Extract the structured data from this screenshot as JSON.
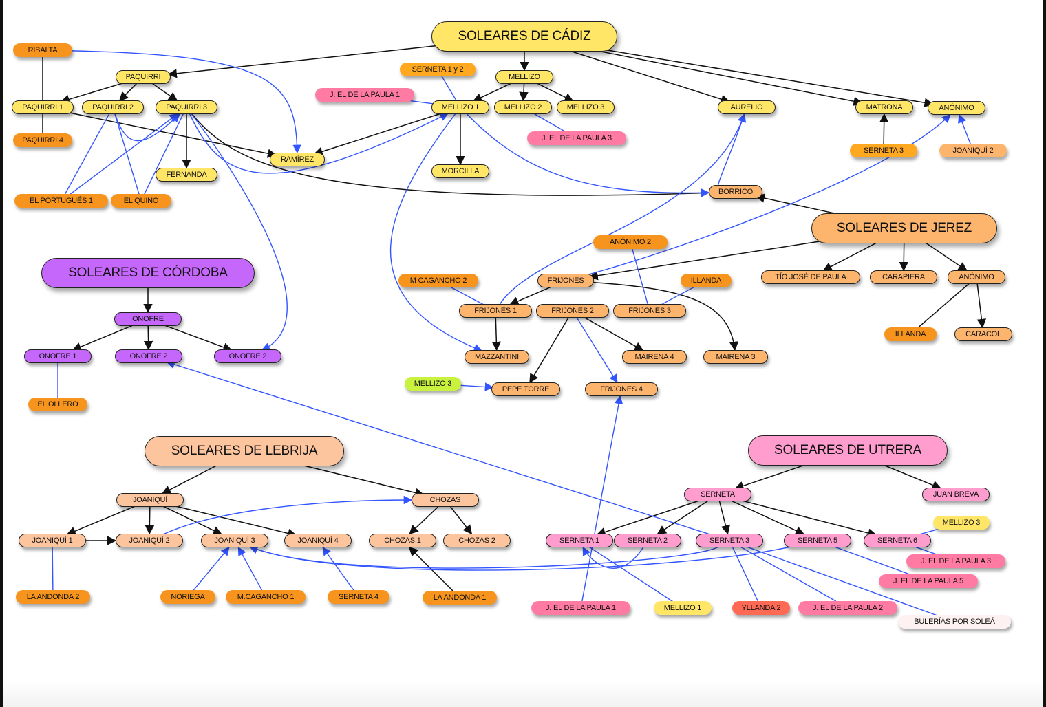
{
  "title": "Soleares family tree",
  "colors": {
    "yellow": "#FFE666",
    "orange_dark": "#F7941D",
    "orange_light": "#FDB46C",
    "peach": "#FDC59E",
    "pink": "#FF9ECE",
    "hot_pink": "#FF7BA4",
    "purple": "#C467FA",
    "lime": "#C9F23E",
    "red": "#FF6A55",
    "pale": "#FDF1F1",
    "orange_mid": "#FFA820",
    "edge_black": "#111111",
    "edge_blue": "#3355FF"
  },
  "nodes": [
    {
      "id": "cadiz",
      "label": "SOLEARES DE CÁDIZ",
      "color": "yellow",
      "big": true
    },
    {
      "id": "ribalta",
      "label": "RIBALTA",
      "color": "orange_dark"
    },
    {
      "id": "paquirri",
      "label": "PAQUIRRI",
      "color": "yellow"
    },
    {
      "id": "paquirri1",
      "label": "PAQUIRRI 1",
      "color": "yellow"
    },
    {
      "id": "paquirri2",
      "label": "PAQUIRRI 2",
      "color": "yellow"
    },
    {
      "id": "paquirri3",
      "label": "PAQUIRRI 3",
      "color": "yellow"
    },
    {
      "id": "paquirri4",
      "label": "PAQUIRRI 4",
      "color": "orange_dark"
    },
    {
      "id": "ramirez",
      "label": "RAMÍREZ",
      "color": "yellow"
    },
    {
      "id": "fernanda",
      "label": "FERNANDA",
      "color": "yellow"
    },
    {
      "id": "portugues1",
      "label": "EL PORTUGUÉS 1",
      "color": "orange_dark"
    },
    {
      "id": "quino",
      "label": "EL QUINO",
      "color": "orange_dark"
    },
    {
      "id": "serneta12",
      "label": "SERNETA 1 y 2",
      "color": "orange_mid"
    },
    {
      "id": "jpaula1a",
      "label": "J. EL DE LA PAULA 1",
      "color": "hot_pink"
    },
    {
      "id": "mellizo",
      "label": "MELLIZO",
      "color": "yellow"
    },
    {
      "id": "mellizo1",
      "label": "MELLIZO 1",
      "color": "yellow"
    },
    {
      "id": "mellizo2",
      "label": "MELLIZO 2",
      "color": "yellow"
    },
    {
      "id": "mellizo3",
      "label": "MELLIZO 3",
      "color": "yellow"
    },
    {
      "id": "jpaula3a",
      "label": "J. EL DE LA PAULA 3",
      "color": "hot_pink"
    },
    {
      "id": "morcilla",
      "label": "MORCILLA",
      "color": "yellow"
    },
    {
      "id": "aurelio",
      "label": "AURELIO",
      "color": "yellow"
    },
    {
      "id": "matrona",
      "label": "MATRONA",
      "color": "yellow"
    },
    {
      "id": "anonimo",
      "label": "ANÓNIMO",
      "color": "yellow"
    },
    {
      "id": "serneta3a",
      "label": "SERNETA 3",
      "color": "orange_mid"
    },
    {
      "id": "joaniqui2a",
      "label": "JOANIQUÍ 2",
      "color": "orange_light_nb"
    },
    {
      "id": "borrico",
      "label": "BORRICO",
      "color": "orange_light"
    },
    {
      "id": "jerez",
      "label": "SOLEARES DE JEREZ",
      "color": "orange_light",
      "big": true
    },
    {
      "id": "tiojose",
      "label": "TÍO JOSÉ DE PAULA",
      "color": "orange_light"
    },
    {
      "id": "carapiera",
      "label": "CARAPIERA",
      "color": "orange_light"
    },
    {
      "id": "anonimoj",
      "label": "ANÓNIMO",
      "color": "orange_light"
    },
    {
      "id": "illandaj",
      "label": "ILLANDA",
      "color": "orange_dark"
    },
    {
      "id": "caracol",
      "label": "CARACOL",
      "color": "orange_light"
    },
    {
      "id": "anonimo2",
      "label": "ANÓNIMO 2",
      "color": "orange_dark"
    },
    {
      "id": "mcagancho2",
      "label": "M CAGANCHO 2",
      "color": "orange_dark"
    },
    {
      "id": "frijones",
      "label": "FRIJONES",
      "color": "orange_light"
    },
    {
      "id": "illanda",
      "label": "ILLANDA",
      "color": "orange_dark"
    },
    {
      "id": "frijones1",
      "label": "FRIJONES 1",
      "color": "orange_light"
    },
    {
      "id": "frijones2",
      "label": "FRIJONES 2",
      "color": "orange_light"
    },
    {
      "id": "frijones3",
      "label": "FRIJONES 3",
      "color": "orange_light"
    },
    {
      "id": "mazzantini",
      "label": "MAZZANTINI",
      "color": "orange_light"
    },
    {
      "id": "mairena4",
      "label": "MAIRENA 4",
      "color": "orange_light"
    },
    {
      "id": "mairena3",
      "label": "MAIRENA 3",
      "color": "orange_light"
    },
    {
      "id": "mellizo3g",
      "label": "MELLIZO 3",
      "color": "lime"
    },
    {
      "id": "pepetorre",
      "label": "PEPE TORRE",
      "color": "orange_light"
    },
    {
      "id": "frijones4",
      "label": "FRIJONES 4",
      "color": "orange_light"
    },
    {
      "id": "cordoba",
      "label": "SOLEARES DE CÓRDOBA",
      "color": "purple",
      "big": true
    },
    {
      "id": "onofre",
      "label": "ONOFRE",
      "color": "purple"
    },
    {
      "id": "onofre1",
      "label": "ONOFRE 1",
      "color": "purple"
    },
    {
      "id": "onofre2a",
      "label": "ONOFRE 2",
      "color": "purple"
    },
    {
      "id": "onofre2b",
      "label": "ONOFRE 2",
      "color": "purple"
    },
    {
      "id": "ollero",
      "label": "EL OLLERO",
      "color": "orange_dark"
    },
    {
      "id": "lebrija",
      "label": "SOLEARES DE LEBRIJA",
      "color": "peach",
      "big": true
    },
    {
      "id": "joaniqui",
      "label": "JOANIQUÍ",
      "color": "peach"
    },
    {
      "id": "joaniqui1",
      "label": "JOANIQUÍ 1",
      "color": "peach"
    },
    {
      "id": "joaniqui2",
      "label": "JOANIQUÍ 2",
      "color": "peach"
    },
    {
      "id": "joaniqui3",
      "label": "JOANIQUÍ 3",
      "color": "peach"
    },
    {
      "id": "joaniqui4",
      "label": "JOANIQUÍ 4",
      "color": "peach"
    },
    {
      "id": "chozas",
      "label": "CHOZAS",
      "color": "peach"
    },
    {
      "id": "chozas1",
      "label": "CHOZAS 1",
      "color": "peach"
    },
    {
      "id": "chozas2",
      "label": "CHOZAS 2",
      "color": "peach"
    },
    {
      "id": "andonda2",
      "label": "LA ANDONDA 2",
      "color": "orange_dark"
    },
    {
      "id": "noriega",
      "label": "NORIEGA",
      "color": "orange_dark"
    },
    {
      "id": "mcagancho1",
      "label": "M.CAGANCHO 1",
      "color": "orange_dark"
    },
    {
      "id": "serneta4",
      "label": "SERNETA 4",
      "color": "orange_dark"
    },
    {
      "id": "andonda1",
      "label": "LA ANDONDA 1",
      "color": "orange_dark"
    },
    {
      "id": "utrera",
      "label": "SOLEARES DE UTRERA",
      "color": "pink",
      "big": true
    },
    {
      "id": "serneta",
      "label": "SERNETA",
      "color": "pink"
    },
    {
      "id": "juanbreva",
      "label": "JUAN BREVA",
      "color": "pink"
    },
    {
      "id": "serneta1",
      "label": "SERNETA 1",
      "color": "pink"
    },
    {
      "id": "serneta2",
      "label": "SERNETA  2",
      "color": "pink"
    },
    {
      "id": "serneta3",
      "label": "SERNETA 3",
      "color": "pink"
    },
    {
      "id": "serneta5",
      "label": "SERNETA 5",
      "color": "pink"
    },
    {
      "id": "serneta6",
      "label": "SERNETA 6",
      "color": "pink"
    },
    {
      "id": "mellizo3y",
      "label": "MELLIZO 3",
      "color": "yellow_nb"
    },
    {
      "id": "jpaula3b",
      "label": "J. EL DE LA PAULA 3",
      "color": "hot_pink"
    },
    {
      "id": "jpaula5",
      "label": "J. EL DE LA PAULA 5",
      "color": "hot_pink"
    },
    {
      "id": "jpaula1b",
      "label": "J. EL DE LA PAULA 1",
      "color": "hot_pink"
    },
    {
      "id": "mellizo1y",
      "label": "MELLIZO 1",
      "color": "yellow_nb"
    },
    {
      "id": "yllanda2",
      "label": "YLLANDA 2",
      "color": "red"
    },
    {
      "id": "jpaula2",
      "label": "J. EL DE LA PAULA 2",
      "color": "hot_pink"
    },
    {
      "id": "bulerias",
      "label": "BULERÍAS POR SOLEÁ",
      "color": "pale"
    }
  ],
  "edges": [
    {
      "from": "cadiz",
      "to": "paquirri",
      "type": "black",
      "arrow": true
    },
    {
      "from": "cadiz",
      "to": "mellizo",
      "type": "black",
      "arrow": true
    },
    {
      "from": "cadiz",
      "to": "aurelio",
      "type": "black",
      "arrow": true
    },
    {
      "from": "cadiz",
      "to": "matrona",
      "type": "black",
      "arrow": true
    },
    {
      "from": "cadiz",
      "to": "anonimo",
      "type": "black",
      "arrow": true
    },
    {
      "from": "paquirri",
      "to": "paquirri1",
      "type": "black",
      "arrow": true
    },
    {
      "from": "paquirri",
      "to": "paquirri2",
      "type": "black",
      "arrow": true
    },
    {
      "from": "paquirri",
      "to": "paquirri3",
      "type": "black",
      "arrow": true
    },
    {
      "from": "ribalta",
      "to": "paquirri1",
      "type": "black",
      "arrow": false
    },
    {
      "from": "paquirri1",
      "to": "paquirri4",
      "type": "black",
      "arrow": false
    },
    {
      "from": "paquirri1",
      "to": "ramirez",
      "type": "black",
      "arrow": true
    },
    {
      "from": "paquirri3",
      "to": "fernanda",
      "type": "black",
      "arrow": true
    },
    {
      "from": "paquirri3",
      "to": "borrico",
      "type": "black",
      "arrow": false
    },
    {
      "from": "mellizo1",
      "to": "ramirez",
      "type": "black",
      "arrow": true
    },
    {
      "from": "mellizo",
      "to": "mellizo1",
      "type": "black",
      "arrow": true
    },
    {
      "from": "mellizo",
      "to": "mellizo2",
      "type": "black",
      "arrow": true
    },
    {
      "from": "mellizo",
      "to": "mellizo3",
      "type": "black",
      "arrow": true
    },
    {
      "from": "mellizo1",
      "to": "morcilla",
      "type": "black",
      "arrow": true
    },
    {
      "from": "serneta3a",
      "to": "matrona",
      "type": "black",
      "arrow": true
    },
    {
      "from": "jerez",
      "to": "borrico",
      "type": "black",
      "arrow": true
    },
    {
      "from": "jerez",
      "to": "frijones",
      "type": "black",
      "arrow": true
    },
    {
      "from": "jerez",
      "to": "tiojose",
      "type": "black",
      "arrow": true
    },
    {
      "from": "jerez",
      "to": "carapiera",
      "type": "black",
      "arrow": true
    },
    {
      "from": "jerez",
      "to": "anonimoj",
      "type": "black",
      "arrow": true
    },
    {
      "from": "anonimoj",
      "to": "illandaj",
      "type": "black",
      "arrow": false
    },
    {
      "from": "anonimoj",
      "to": "caracol",
      "type": "black",
      "arrow": true
    },
    {
      "from": "frijones",
      "to": "frijones1",
      "type": "black",
      "arrow": true
    },
    {
      "from": "frijones",
      "to": "mairena3",
      "type": "black",
      "arrow": true
    },
    {
      "from": "frijones1",
      "to": "mazzantini",
      "type": "black",
      "arrow": true
    },
    {
      "from": "frijones2",
      "to": "pepetorre",
      "type": "black",
      "arrow": true
    },
    {
      "from": "frijones2",
      "to": "mairena4",
      "type": "black",
      "arrow": true
    },
    {
      "from": "cordoba",
      "to": "onofre",
      "type": "black",
      "arrow": true
    },
    {
      "from": "onofre",
      "to": "onofre1",
      "type": "black",
      "arrow": true
    },
    {
      "from": "onofre",
      "to": "onofre2a",
      "type": "black",
      "arrow": true
    },
    {
      "from": "onofre",
      "to": "onofre2b",
      "type": "black",
      "arrow": true
    },
    {
      "from": "lebrija",
      "to": "joaniqui",
      "type": "black",
      "arrow": true
    },
    {
      "from": "lebrija",
      "to": "chozas",
      "type": "black",
      "arrow": true
    },
    {
      "from": "joaniqui",
      "to": "joaniqui1",
      "type": "black",
      "arrow": true
    },
    {
      "from": "joaniqui",
      "to": "joaniqui2",
      "type": "black",
      "arrow": true
    },
    {
      "from": "joaniqui",
      "to": "joaniqui3",
      "type": "black",
      "arrow": true
    },
    {
      "from": "joaniqui",
      "to": "joaniqui4",
      "type": "black",
      "arrow": true
    },
    {
      "from": "joaniqui1",
      "to": "joaniqui2",
      "type": "black",
      "arrow": true
    },
    {
      "from": "chozas",
      "to": "chozas1",
      "type": "black",
      "arrow": true
    },
    {
      "from": "chozas",
      "to": "chozas2",
      "type": "black",
      "arrow": true
    },
    {
      "from": "andonda1",
      "to": "chozas1",
      "type": "black",
      "arrow": true
    },
    {
      "from": "utrera",
      "to": "serneta",
      "type": "black",
      "arrow": true
    },
    {
      "from": "utrera",
      "to": "juanbreva",
      "type": "black",
      "arrow": true
    },
    {
      "from": "serneta",
      "to": "serneta1",
      "type": "black",
      "arrow": true
    },
    {
      "from": "serneta",
      "to": "serneta2",
      "type": "black",
      "arrow": true
    },
    {
      "from": "serneta",
      "to": "serneta3",
      "type": "black",
      "arrow": true
    },
    {
      "from": "serneta",
      "to": "serneta5",
      "type": "black",
      "arrow": true
    },
    {
      "from": "serneta",
      "to": "serneta6",
      "type": "black",
      "arrow": true
    },
    {
      "from": "ribalta",
      "to": "ramirez",
      "type": "blue",
      "arrow": true
    },
    {
      "from": "paquirri2",
      "to": "portugues1",
      "type": "blue",
      "arrow": false
    },
    {
      "from": "paquirri2",
      "to": "quino",
      "type": "blue",
      "arrow": false
    },
    {
      "from": "portugues1",
      "to": "paquirri3",
      "type": "blue",
      "arrow": true
    },
    {
      "from": "quino",
      "to": "paquirri3",
      "type": "blue",
      "arrow": false
    },
    {
      "from": "paquirri2",
      "to": "paquirri3",
      "type": "blue",
      "arrow": true
    },
    {
      "from": "paquirri3",
      "to": "mellizo1",
      "type": "blue",
      "arrow": true
    },
    {
      "from": "paquirri3",
      "to": "onofre2b",
      "type": "blue",
      "arrow": true
    },
    {
      "from": "serneta12",
      "to": "mellizo1",
      "type": "blue",
      "arrow": false
    },
    {
      "from": "jpaula1a",
      "to": "mellizo1",
      "type": "blue",
      "arrow": false
    },
    {
      "from": "mellizo2",
      "to": "jpaula3a",
      "type": "blue",
      "arrow": false
    },
    {
      "from": "mellizo1",
      "to": "borrico",
      "type": "blue",
      "arrow": true
    },
    {
      "from": "mellizo1",
      "to": "mazzantini",
      "type": "blue",
      "arrow": true
    },
    {
      "from": "borrico",
      "to": "aurelio",
      "type": "blue",
      "arrow": true
    },
    {
      "from": "frijones1",
      "to": "aurelio",
      "type": "blue",
      "arrow": true
    },
    {
      "from": "frijones",
      "to": "anonimo",
      "type": "blue",
      "arrow": true
    },
    {
      "from": "joaniqui2a",
      "to": "anonimo",
      "type": "blue",
      "arrow": true
    },
    {
      "from": "mcagancho2",
      "to": "frijones1",
      "type": "blue",
      "arrow": false
    },
    {
      "from": "anonimo2",
      "to": "frijones3",
      "type": "blue",
      "arrow": false
    },
    {
      "from": "illanda",
      "to": "frijones3",
      "type": "blue",
      "arrow": false
    },
    {
      "from": "frijones2",
      "to": "frijones4",
      "type": "blue",
      "arrow": true
    },
    {
      "from": "mellizo3g",
      "to": "pepetorre",
      "type": "blue",
      "arrow": true
    },
    {
      "from": "jpaula1b",
      "to": "frijones4",
      "type": "blue",
      "arrow": true
    },
    {
      "from": "onofre1",
      "to": "ollero",
      "type": "blue",
      "arrow": false
    },
    {
      "from": "serneta3",
      "to": "onofre2a",
      "type": "blue",
      "arrow": true
    },
    {
      "from": "joaniqui1",
      "to": "andonda2",
      "type": "blue",
      "arrow": false
    },
    {
      "from": "joaniqui2",
      "to": "chozas",
      "type": "blue",
      "arrow": true
    },
    {
      "from": "noriega",
      "to": "joaniqui3",
      "type": "blue",
      "arrow": true
    },
    {
      "from": "mcagancho1",
      "to": "joaniqui3",
      "type": "blue",
      "arrow": true
    },
    {
      "from": "serneta4",
      "to": "joaniqui4",
      "type": "blue",
      "arrow": true
    },
    {
      "from": "serneta5",
      "to": "joaniqui3",
      "type": "blue",
      "arrow": true
    },
    {
      "from": "serneta3",
      "to": "joaniqui3",
      "type": "blue",
      "arrow": true
    },
    {
      "from": "serneta2",
      "to": "serneta1",
      "type": "blue",
      "arrow": true
    },
    {
      "from": "mellizo1y",
      "to": "serneta1",
      "type": "blue",
      "arrow": false
    },
    {
      "from": "serneta3",
      "to": "yllanda2",
      "type": "blue",
      "arrow": false
    },
    {
      "from": "serneta3",
      "to": "jpaula2",
      "type": "blue",
      "arrow": false
    },
    {
      "from": "serneta3",
      "to": "bulerias",
      "type": "blue",
      "arrow": false
    },
    {
      "from": "serneta5",
      "to": "jpaula5",
      "type": "blue",
      "arrow": false
    },
    {
      "from": "serneta6",
      "to": "jpaula3b",
      "type": "blue",
      "arrow": false
    },
    {
      "from": "mellizo3y",
      "to": "serneta6",
      "type": "blue",
      "arrow": false
    }
  ]
}
